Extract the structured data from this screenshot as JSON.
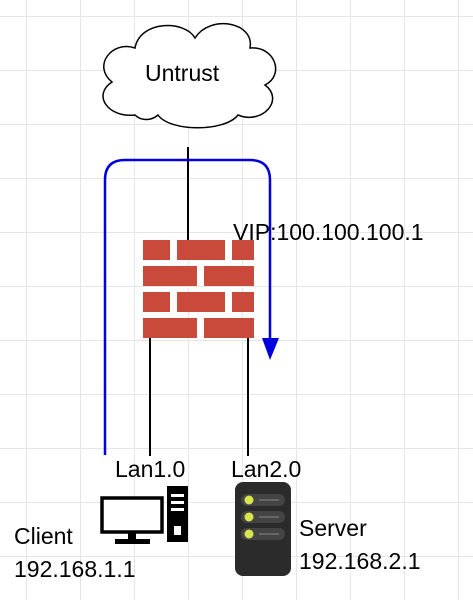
{
  "cloud": {
    "label": "Untrust"
  },
  "firewall": {
    "vip_label": "VIP:100.100.100.1"
  },
  "links": {
    "lan1_label": "Lan1.0",
    "lan2_label": "Lan2.0"
  },
  "client": {
    "name": "Client",
    "ip": "192.168.1.1"
  },
  "server": {
    "name": "Server",
    "ip": "192.168.2.1"
  },
  "colors": {
    "grid": "#e6e6e6",
    "firewall_brick": "#c94a3a",
    "traffic_path": "#0000dd",
    "device": "#000000",
    "server_body": "#2b2b2b",
    "server_led": "#d6e64a"
  }
}
